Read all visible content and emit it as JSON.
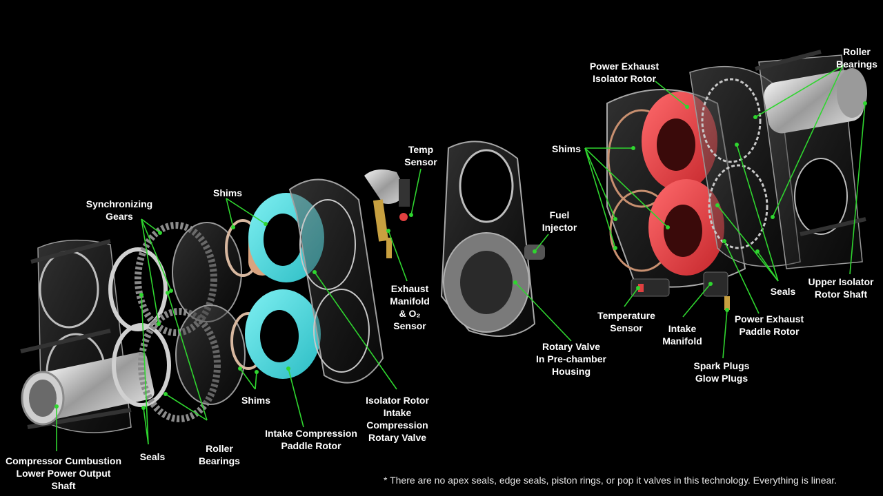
{
  "labels": {
    "compressor_shaft": "Compressor Cumbustion\nLower Power Output\nShaft",
    "sync_gears": "Synchronizing\nGears",
    "seals_left": "Seals",
    "roller_bearings_left": "Roller\nBearings",
    "shims_top_left": "Shims",
    "shims_bottom_left": "Shims",
    "intake_paddle": "Intake Compression\nPaddle Rotor",
    "isolator_rotor": "Isolator Rotor\nIntake\nCompression\nRotary Valve",
    "temp_sensor_top": "Temp\nSensor",
    "exhaust_manifold": "Exhaust\nManifold\n& O₂\nSensor",
    "rotary_valve": "Rotary Valve\nIn Pre-chamber\nHousing",
    "fuel_injector": "Fuel\nInjector",
    "shims_right": "Shims",
    "power_exhaust_isolator": "Power Exhaust\nIsolator Rotor",
    "roller_bearings_right": "Roller\nBearings",
    "upper_isolator_shaft": "Upper Isolator\nRotor Shaft",
    "seals_right": "Seals",
    "power_exhaust_paddle": "Power Exhaust\nPaddle Rotor",
    "intake_manifold": "Intake\nManifold",
    "temperature_sensor": "Temperature\nSensor",
    "spark_plugs": "Spark Plugs\nGlow Plugs"
  },
  "footnote": "* There are no apex seals, edge seals, piston rings, or pop it valves in this technology. Everything is linear.",
  "colors": {
    "background": "#000000",
    "callout_line": "#2fd62f",
    "intake_rotor": "#3fd6dc",
    "exhaust_rotor": "#e0363b",
    "text": "#ffffff"
  }
}
